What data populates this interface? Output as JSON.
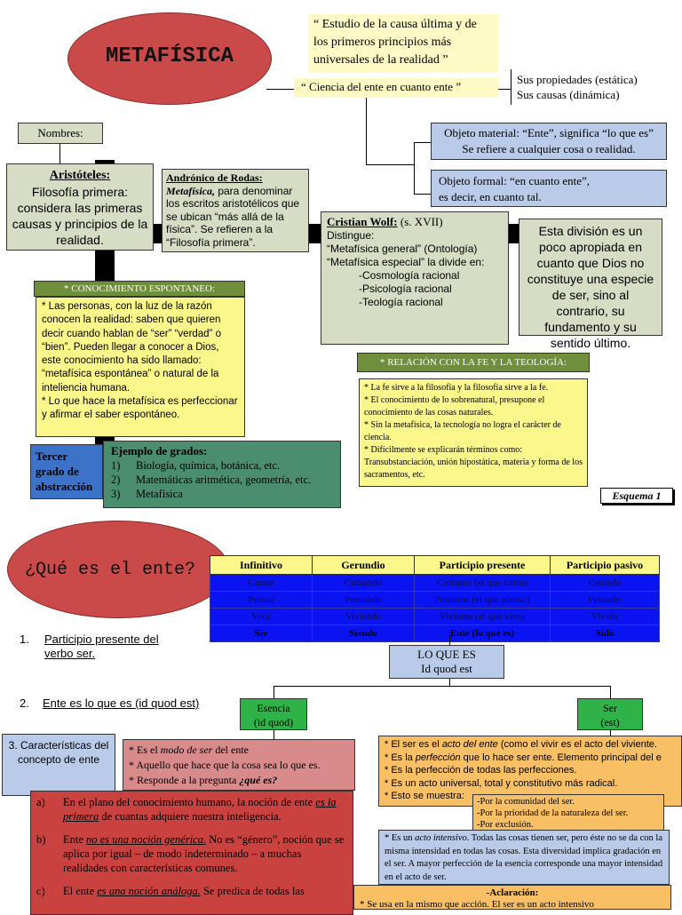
{
  "top": {
    "title": "METAFÍSICA",
    "definition": "“ Estudio de la causa última y de los primeros principios más universales de la realidad ”",
    "ente_phrase": "“ Ciencia del ente en cuanto ente ”",
    "props": [
      "Sus propiedades (estática)",
      "Sus causas (dinámica)"
    ],
    "objeto_material": [
      "Objeto material: “Ente”, significa “lo que es”",
      "Se refiere a cualquier cosa o realidad."
    ],
    "objeto_formal": [
      "Objeto formal: “en cuanto ente”,",
      "es decir, en cuanto tal."
    ],
    "nombres": "Nombres:",
    "aristoteles": {
      "name": "Aristóteles:",
      "text": "Filosofía primera: considera las primeras causas y principios de la realidad."
    },
    "andronico": {
      "name": "Andrónico de Rodas:",
      "term": "Metafísica,",
      "text": " para denominar los escritos aristotélicos que se ubican “más allá de la física”. Se refieren a la “Filosofía primera”."
    },
    "wolf": {
      "name": "Cristian Wolf:",
      "century": "(s. XVII)",
      "lines": [
        "Distingue:",
        "“Metafísica general” (Ontología)",
        "“Metafísica especial” la divide en:"
      ],
      "subs": [
        "-Cosmología racional",
        "-Psicología racional",
        "-Teología racional"
      ]
    },
    "division_note": "Esta división es un poco apropiada en cuanto que Dios no constituye una especie de ser, sino al contrario, su fundamento y su sentido último.",
    "conocimiento": {
      "title": "* CONOCIMIENTO ESPONTANEO:",
      "text": "* Las personas, con la luz de la razón conocen la realidad: saben que quieren decir cuando hablan de “ser” “verdad” o “bien”. Pueden llegar a conocer a Dios, este conocimiento ha sido llamado: “metafísica espontánea” o natural de la inteliencia humana.\n* Lo que hace la metafísica es perfeccionar y afirmar el saber espontáneo."
    },
    "relacion": {
      "title": "* RELACIÓN CON LA FE Y LA TEOLOGÍA:",
      "items": [
        "* La fe sirve a la filosofía y la filosofía sirve a la fe.",
        "* El conocimiento de lo sobrenatural, presupone el conocimiento de las cosas naturales.",
        "* Sin la metafísica, la tecnología no logra el carácter de ciencia.",
        "* Difícilmente se explicarán términos como: Transubstanciación, unión hipostática, materia y forma de los sacramentos, etc."
      ]
    },
    "tercer_grado": "Tercer grado de abstracción",
    "ejemplo": {
      "title": "Ejemplo de grados:",
      "items": [
        {
          "n": "1)",
          "t": "Biología, química, botánica, etc."
        },
        {
          "n": "2)",
          "t": "Matemáticas aritmética, geometría, etc."
        },
        {
          "n": "3)",
          "t": "Metafísica"
        }
      ]
    },
    "esquema": "Esquema 1"
  },
  "bottom": {
    "title": "¿Qué es el ente?",
    "table": {
      "headers": [
        "Infinitivo",
        "Gerundio",
        "Participio presente",
        "Participio pasivo"
      ],
      "rows": [
        [
          "Cantar",
          "Cantando",
          "Cantante (el que canta)",
          "Cantado"
        ],
        [
          "Pensar",
          "Pensando",
          "Pensante (el que piensa)",
          "Pensado"
        ],
        [
          "Vivir",
          "Viviendo",
          "Viviente   (el que vive)",
          "Vivido"
        ],
        [
          "Ser",
          "Siendo",
          "Ente        (lo que es)",
          "Sido"
        ]
      ]
    },
    "point1": {
      "n": "1.",
      "t": "Participio presente del verbo ser."
    },
    "point2": {
      "n": "2.",
      "t": "Ente es lo que es (id quod est)"
    },
    "lo_que_es": [
      "LO QUE ES",
      "Id quod est"
    ],
    "esencia": [
      "Esencia",
      "(id quod)"
    ],
    "ser": [
      "Ser",
      "(est)"
    ],
    "caracteristicas": "3. Características del concepto de ente",
    "esencia_desc": [
      {
        "pre": "* Es el ",
        "em": "modo de ser",
        "post": " del ente"
      },
      {
        "pre": "* Aquello que hace que la cosa sea lo que es.",
        "em": "",
        "post": ""
      },
      {
        "pre": "* Responde a la pregunta ",
        "em": "¿qué es?",
        "post": ""
      }
    ],
    "ser_desc": [
      {
        "pre": "* El ser es el ",
        "em": "acto del ente",
        "post": " (como el vivir es el acto del viviente."
      },
      {
        "pre": "* Es la ",
        "em": "perfección",
        "post": " que lo hace ser ente. Elemento principal del e"
      },
      {
        "pre": "* Es la perfección de todas las perfecciones.",
        "em": "",
        "post": ""
      },
      {
        "pre": "* Es un acto universal, total y constitutivo más radical.",
        "em": "",
        "post": ""
      },
      {
        "pre": "* Esto se muestra:",
        "em": "",
        "post": ""
      }
    ],
    "muestra": [
      "-Por la comunidad del ser.",
      "-Por la prioridad de la naturaleza del ser.",
      "-Por exclusión."
    ],
    "intensivo": {
      "pre": "* Es un ",
      "em": "acto intensivo",
      "post": ". Todas las cosas tienen ser, pero éste no se da con la misma intensidad en todas las cosas. Esta diversidad implica gradación en el ser. A mayor perfección de la esencia corresponde una mayor intensidad en el acto de ser."
    },
    "red_items": [
      {
        "n": "a)",
        "pre": "En el plano del conocimiento humano, la noción de ente ",
        "em": "es la primera",
        "post": " de cuantas adquiere nuestra inteligencia."
      },
      {
        "n": "b)",
        "pre": "Ente ",
        "em": "no es una noción genérica.",
        "post": " No es “género”, noción que se aplica por igual – de modo indeterminado – a muchas realidades con características comunes."
      },
      {
        "n": "c)",
        "pre": "El ente ",
        "em": "es una noción análoga.",
        "post": " Se predica de todas las"
      }
    ],
    "aclaracion": {
      "title": "-Aclaración:",
      "text": "* Se usa en la mismo que acción. El ser es un acto intensivo"
    }
  }
}
